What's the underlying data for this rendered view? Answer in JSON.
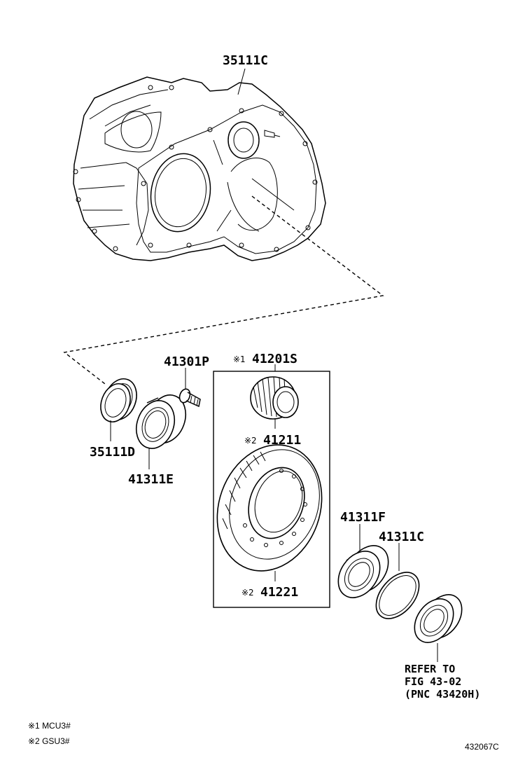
{
  "parts": {
    "case": "35111C",
    "oil_seal": "35111D",
    "bearing_left": "41311E",
    "bolt": "41301P",
    "kit": "41201S",
    "pinion": "41211",
    "ring_gear": "41221",
    "bearing_right": "41311F",
    "shim": "41311C"
  },
  "marks": {
    "kit": "※1",
    "pinion": "※2",
    "ring_gear": "※2"
  },
  "refer": {
    "line1": "REFER TO",
    "line2": "FIG 43-02",
    "line3": "(PNC 43420H)"
  },
  "notes": {
    "note1": "※1 MCU3#",
    "note2": "※2 GSU3#"
  },
  "figure_code": "432067C"
}
